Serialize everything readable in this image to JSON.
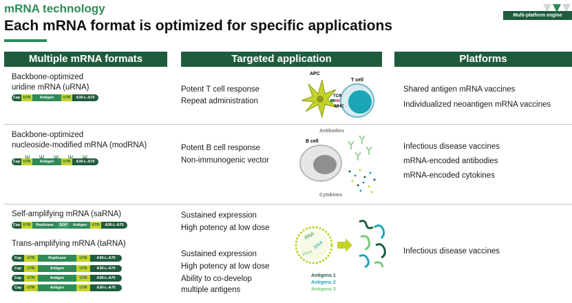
{
  "header": {
    "topic": "mRNA technology",
    "title": "Each mRNA format is optimized for specific applications",
    "logo_tagline": "Multi-platform engine"
  },
  "columns": [
    "Multiple mRNA formats",
    "Targeted application",
    "Platforms"
  ],
  "rows": [
    {
      "format_lines": [
        "Backbone-optimized",
        "uridine mRNA (uRNA)"
      ],
      "strip": [
        "Cap",
        "UTR",
        "Antigen",
        "UTR",
        "A30-L-A70"
      ],
      "applications": [
        "Potent T cell response",
        "Repeat administration"
      ],
      "figure_labels": [
        "APC",
        "T cell",
        "TCR",
        "MHC"
      ],
      "platforms": [
        "Shared antigen mRNA vaccines",
        "Individualized neoantigen mRNA vaccines"
      ]
    },
    {
      "format_lines": [
        "Backbone-optimized",
        "nucleoside-modified mRNA (modRNA)"
      ],
      "strip": [
        "Cap",
        "UTR",
        "Antigen",
        "UTR",
        "A30-L-A70"
      ],
      "psi": "Ψ",
      "applications": [
        "Potent B cell response",
        "Non-immunogenic vector"
      ],
      "figure_labels": [
        "Antibodies",
        "B cell",
        "Cytokines"
      ],
      "platforms": [
        "Infectious disease vaccines",
        "mRNA-encoded antibodies",
        "mRNA-encoded cytokines"
      ]
    },
    {
      "sa_title": "Self-amplifying mRNA (saRNA)",
      "sa_strip": [
        "Cap",
        "UTR",
        "Replicase",
        "SGP",
        "Antigen",
        "UTR",
        "A30-L-A70"
      ],
      "sa_applications": [
        "Sustained expression",
        "High potency at low dose"
      ],
      "ta_title": "Trans-amplifying mRNA (taRNA)",
      "ta_strip": [
        "Cap",
        "UTR",
        "Replicase",
        "UTR",
        "A30-L-A70"
      ],
      "ta_antigen_strip": [
        "Cap",
        "UTR",
        "Antigen",
        "UTR",
        "A30-L-A70"
      ],
      "ta_applications": [
        "Sustained expression",
        "High potency at low dose",
        "Ability to co-develop",
        "multiple antigens"
      ],
      "figure_labels": [
        "RNA",
        "RNA",
        "RNA"
      ],
      "antigen_labels": [
        "Antigens 1",
        "Antigens 2",
        "Antigens 3"
      ],
      "platforms": [
        "Infectious disease vaccines"
      ]
    }
  ],
  "colors": {
    "brand": "#1f5c3d",
    "accent": "#2e8b57",
    "lime": "#c4d32a",
    "antigen1": "#1f5c3d",
    "antigen2": "#1aa6b7",
    "antigen3": "#7bc67e"
  }
}
